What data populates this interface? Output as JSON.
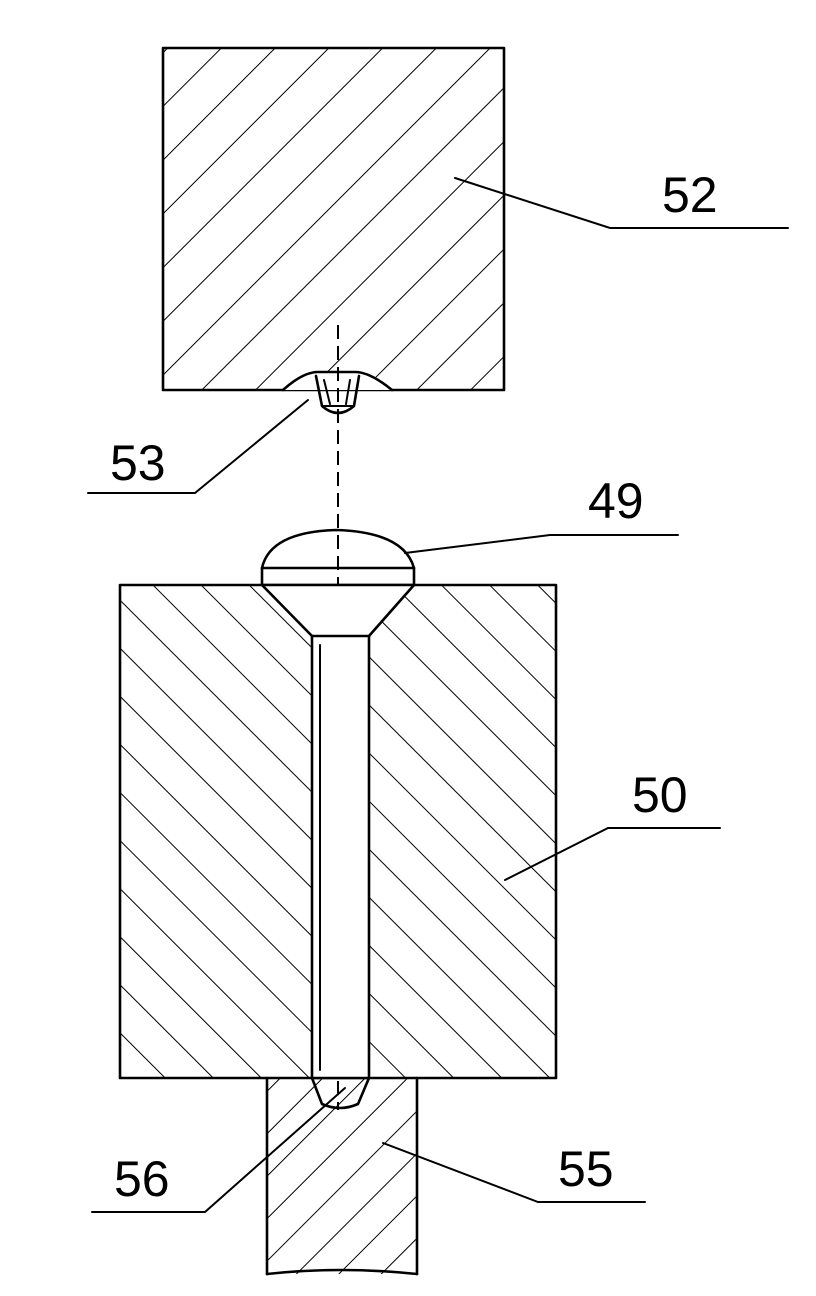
{
  "labels": {
    "l52": "52",
    "l53": "53",
    "l49": "49",
    "l50": "50",
    "l56": "56",
    "l55": "55"
  }
}
